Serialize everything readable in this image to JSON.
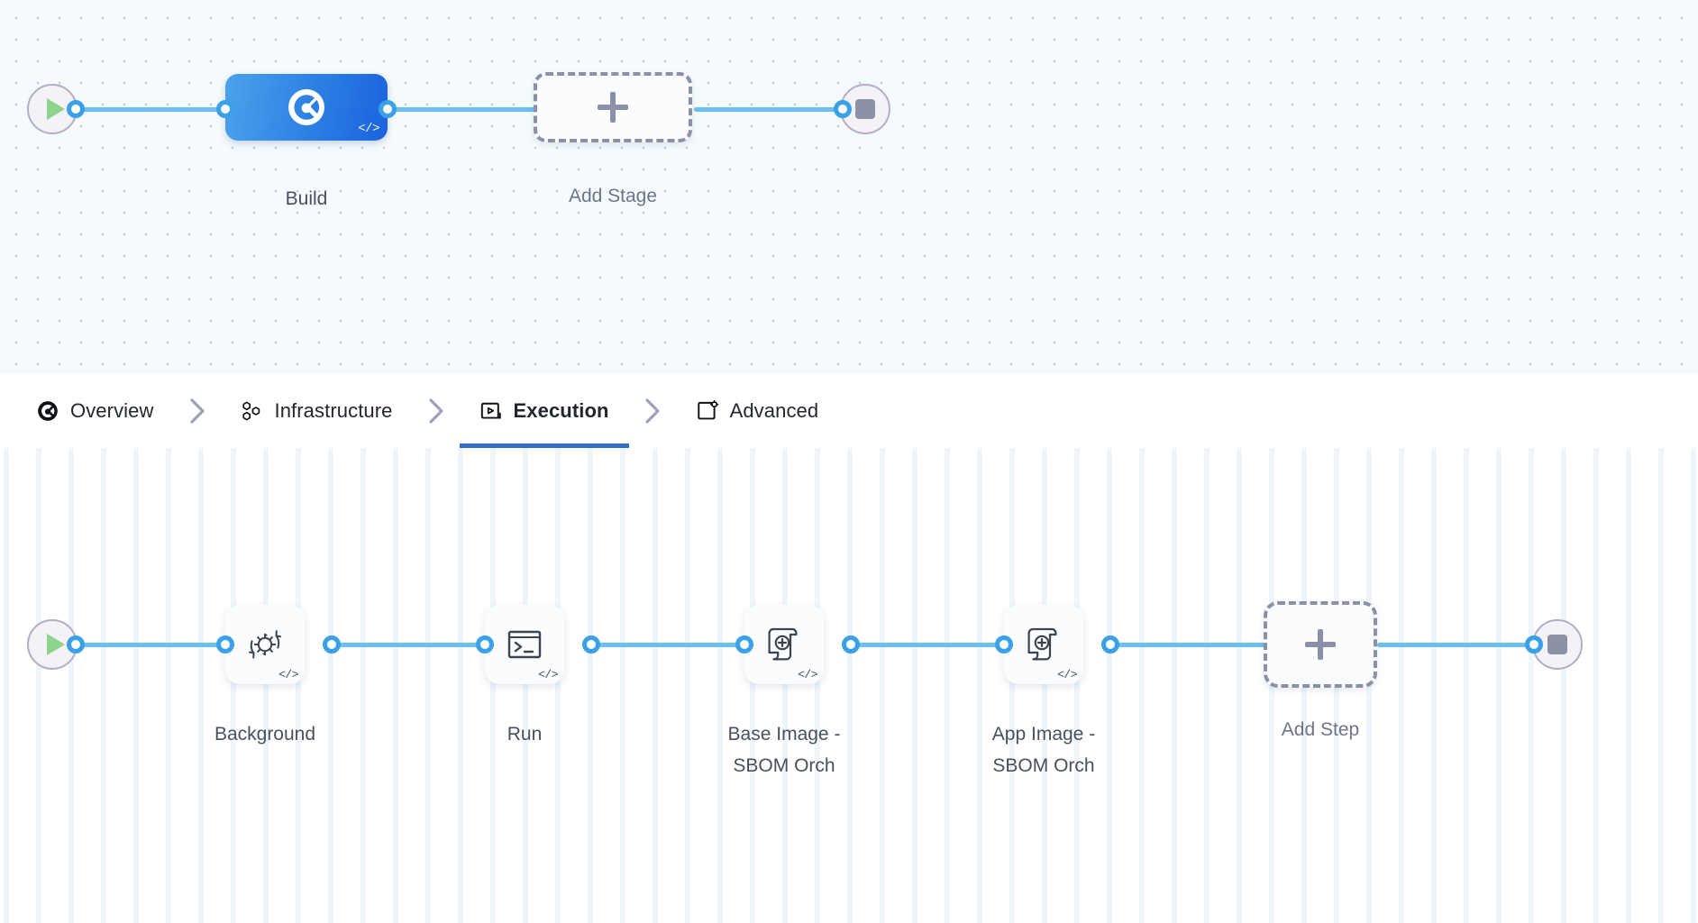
{
  "theme": {
    "accent_blue": "#2f6ec4",
    "edge_blue": "#6cc0ef",
    "port_blue": "#3aa1e8",
    "stage_gradient_from": "#4ba3ea",
    "stage_gradient_to": "#1b63dd",
    "play_green": "#8ed48a",
    "stop_gray": "#8b91a6",
    "dashed_gray": "#8b90a8",
    "stage_canvas_bg": "#f4fafd",
    "step_canvas_bg": "#ffffff"
  },
  "stage_canvas": {
    "start_node": {
      "name": "pipeline-start",
      "icon": "play-icon"
    },
    "end_node": {
      "name": "pipeline-end",
      "icon": "stop-icon"
    },
    "nodes": [
      {
        "id": "build",
        "label": "Build",
        "type": "stage",
        "icon": "harness-build-icon",
        "code_badge": "</>",
        "selected": true
      },
      {
        "id": "add-stage",
        "label": "Add Stage",
        "type": "add-placeholder",
        "icon": "plus-icon",
        "code_badge": ""
      }
    ]
  },
  "tabbar": {
    "separator_icon": "chevron-right-icon",
    "tabs": [
      {
        "id": "overview",
        "label": "Overview",
        "icon": "overview-icon",
        "active": false
      },
      {
        "id": "infrastructure",
        "label": "Infrastructure",
        "icon": "infrastructure-icon",
        "active": false
      },
      {
        "id": "execution",
        "label": "Execution",
        "icon": "execution-icon",
        "active": true
      },
      {
        "id": "advanced",
        "label": "Advanced",
        "icon": "advanced-icon",
        "active": false
      }
    ]
  },
  "step_canvas": {
    "start_node": {
      "name": "execution-start",
      "icon": "play-icon"
    },
    "end_node": {
      "name": "execution-end",
      "icon": "stop-icon"
    },
    "steps": [
      {
        "id": "background",
        "label": "Background",
        "icon": "gear-refresh-icon",
        "code_badge": "</>"
      },
      {
        "id": "run",
        "label": "Run",
        "icon": "terminal-icon",
        "code_badge": "</>"
      },
      {
        "id": "base-image",
        "label": "Base Image -\nSBOM Orch",
        "icon": "sbom-scroll-icon",
        "code_badge": "</>"
      },
      {
        "id": "app-image",
        "label": "App Image -\nSBOM Orch",
        "icon": "sbom-scroll-icon",
        "code_badge": "</>"
      }
    ],
    "add_step": {
      "id": "add-step",
      "label": "Add Step",
      "icon": "plus-icon"
    }
  }
}
